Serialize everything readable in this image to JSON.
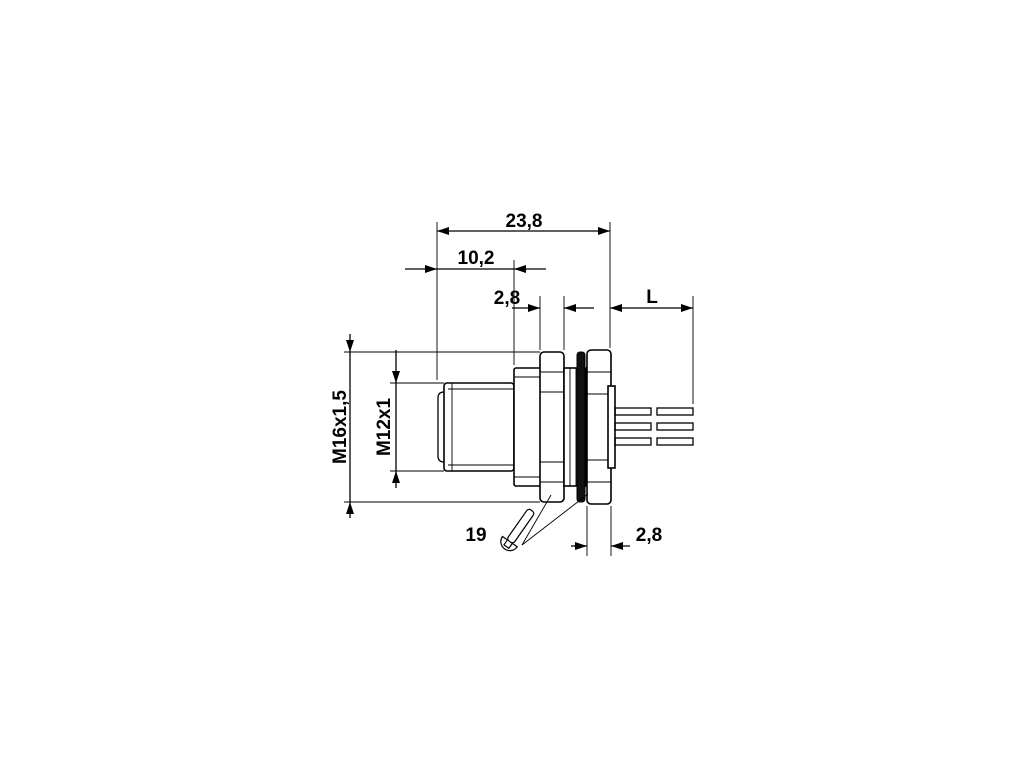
{
  "dimensions": {
    "overall_length": "23,8",
    "thread_length": "10,2",
    "nut_width": "2,8",
    "wire_length": "L",
    "rear_nut_width": "2,8",
    "panel_thread": "M16x1,5",
    "connector_thread": "M12x1",
    "wrench_size": "19"
  },
  "colors": {
    "line": "#000000",
    "background": "#ffffff"
  },
  "icons": {
    "wrench": "wrench-icon"
  }
}
